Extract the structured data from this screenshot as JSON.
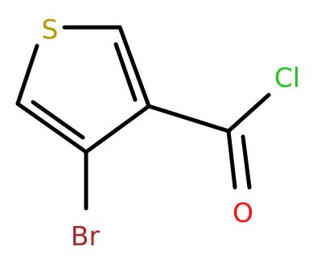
{
  "molecule": {
    "atoms": [
      {
        "id": "S",
        "element": "S",
        "label": "S",
        "color": "#b29a00"
      },
      {
        "id": "C1",
        "element": "C",
        "label": ""
      },
      {
        "id": "C2",
        "element": "C",
        "label": ""
      },
      {
        "id": "C3",
        "element": "C",
        "label": ""
      },
      {
        "id": "C4",
        "element": "C",
        "label": ""
      },
      {
        "id": "C5",
        "element": "C",
        "label": ""
      },
      {
        "id": "Br",
        "element": "Br",
        "label": "Br",
        "color": "#a62929"
      },
      {
        "id": "Cl",
        "element": "Cl",
        "label": "Cl",
        "color": "#1fc71f"
      },
      {
        "id": "O",
        "element": "O",
        "label": "O",
        "color": "#ff0d0d"
      }
    ],
    "bonds": [
      {
        "from": "S",
        "to": "C1",
        "order": 1
      },
      {
        "from": "C1",
        "to": "C2",
        "order": 2
      },
      {
        "from": "C2",
        "to": "C3",
        "order": 1
      },
      {
        "from": "C3",
        "to": "C4",
        "order": 2
      },
      {
        "from": "C4",
        "to": "S",
        "order": 1
      },
      {
        "from": "C2",
        "to": "C5",
        "order": 1
      },
      {
        "from": "C5",
        "to": "Cl",
        "order": 1
      },
      {
        "from": "C5",
        "to": "O",
        "order": 2
      },
      {
        "from": "C3",
        "to": "Br",
        "order": 1
      }
    ],
    "bond_color": "#000000"
  }
}
